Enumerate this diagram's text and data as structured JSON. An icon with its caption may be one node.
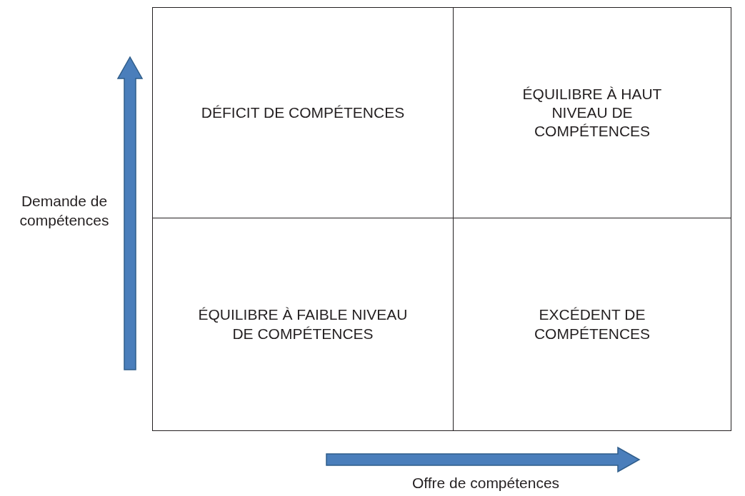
{
  "diagram": {
    "nodes": [
      {
        "text": [
          "DÉFICIT DE COMPÉTENCES"
        ]
      },
      {
        "text": [
          "ÉQUILIBRE À HAUT NIVEAU DE COMPÉTENCES"
        ]
      },
      {
        "text": [
          "ÉQUILIBRE À FAIBLE NIVEAU DE COMPÉTENCES"
        ]
      },
      {
        "text": [
          "EXCÉDENT DE COMPÉTENCES"
        ]
      }
    ],
    "edges": [],
    "labels": [
      "Demande de compétences",
      "Offre de compétences"
    ]
  }
}
